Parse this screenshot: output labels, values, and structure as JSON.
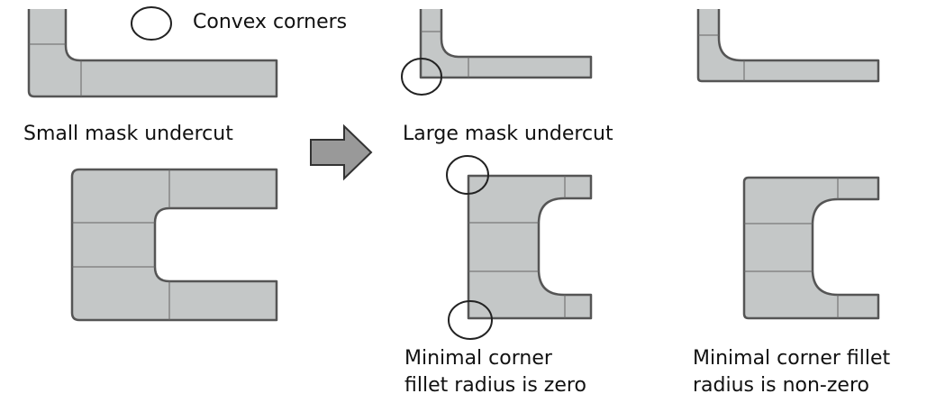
{
  "legend": {
    "label": "Convex corners",
    "icon": "circle-marker"
  },
  "labels": {
    "small_undercut": "Small mask undercut",
    "large_undercut": "Large mask undercut",
    "zero_line1": "Minimal corner",
    "zero_line2": "fillet radius is zero",
    "nonzero_line1": "Minimal corner fillet",
    "nonzero_line2": "radius is non-zero"
  },
  "colors": {
    "part_fill": "#c4c7c7",
    "part_stroke": "#555555",
    "arrow_fill": "#999999"
  }
}
